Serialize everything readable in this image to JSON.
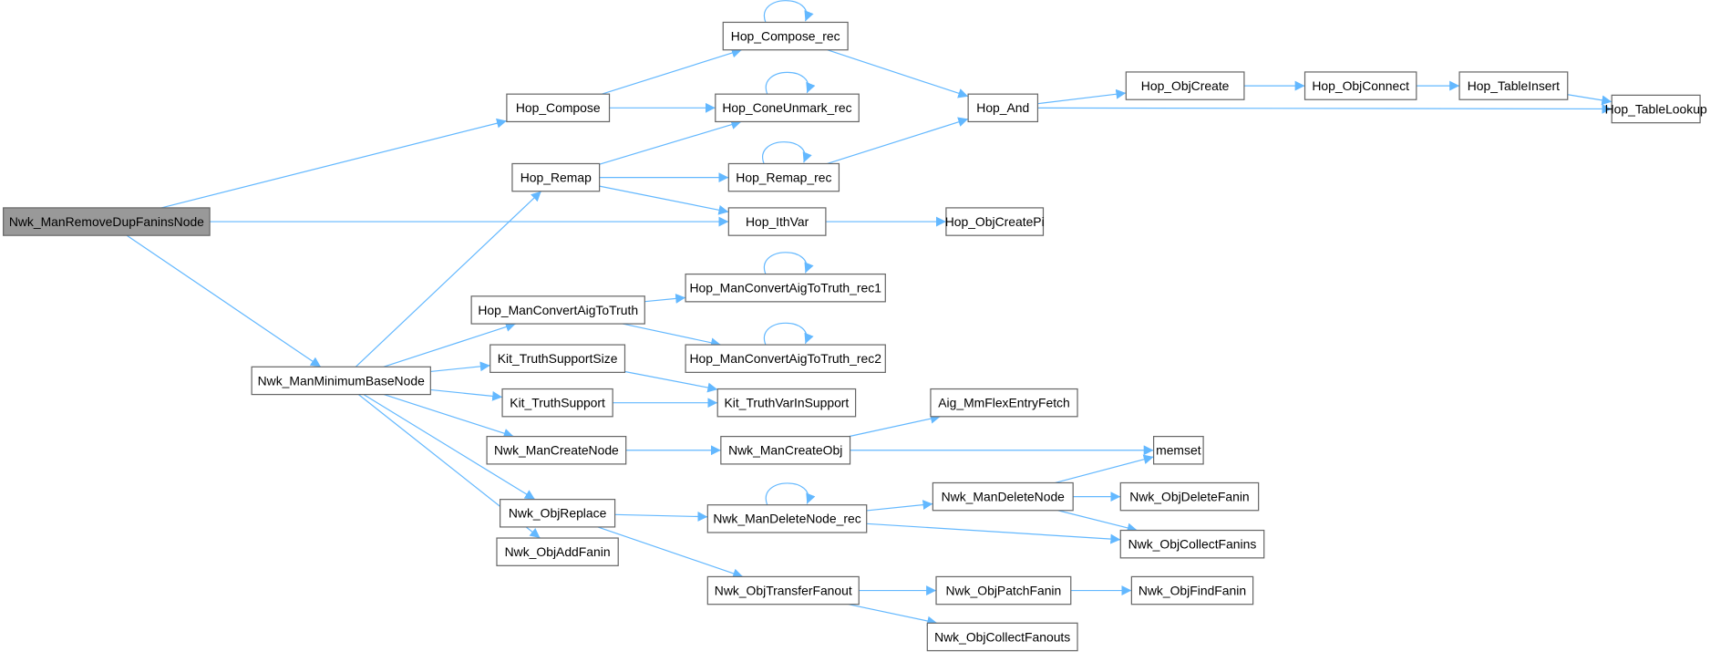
{
  "colors": {
    "edge": "#63b8ff",
    "node_border": "#666666",
    "root_fill": "#999999"
  },
  "graph": {
    "root": "root",
    "nodes": [
      {
        "id": "root",
        "label": "Nwk_ManRemoveDupFaninsNode"
      },
      {
        "id": "hop_compose",
        "label": "Hop_Compose"
      },
      {
        "id": "hop_compose_rec",
        "label": "Hop_Compose_rec"
      },
      {
        "id": "hop_coneunmark_rec",
        "label": "Hop_ConeUnmark_rec"
      },
      {
        "id": "hop_remap",
        "label": "Hop_Remap"
      },
      {
        "id": "hop_remap_rec",
        "label": "Hop_Remap_rec"
      },
      {
        "id": "hop_ithvar",
        "label": "Hop_IthVar"
      },
      {
        "id": "hop_and",
        "label": "Hop_And"
      },
      {
        "id": "hop_objcreate",
        "label": "Hop_ObjCreate"
      },
      {
        "id": "hop_objconnect",
        "label": "Hop_ObjConnect"
      },
      {
        "id": "hop_tableinsert",
        "label": "Hop_TableInsert"
      },
      {
        "id": "hop_tablelookup",
        "label": "Hop_TableLookup"
      },
      {
        "id": "hop_objcreatepi",
        "label": "Hop_ObjCreatePi"
      },
      {
        "id": "hop_mancvt",
        "label": "Hop_ManConvertAigToTruth"
      },
      {
        "id": "hop_mancvt_rec1",
        "label": "Hop_ManConvertAigToTruth_rec1"
      },
      {
        "id": "hop_mancvt_rec2",
        "label": "Hop_ManConvertAigToTruth_rec2"
      },
      {
        "id": "kit_truthsupportsize",
        "label": "Kit_TruthSupportSize"
      },
      {
        "id": "kit_truthsupport",
        "label": "Kit_TruthSupport"
      },
      {
        "id": "kit_truthvarinsupport",
        "label": "Kit_TruthVarInSupport"
      },
      {
        "id": "nwk_manminimumbasenode",
        "label": "Nwk_ManMinimumBaseNode"
      },
      {
        "id": "nwk_mancreatenode",
        "label": "Nwk_ManCreateNode"
      },
      {
        "id": "nwk_mancreateobj",
        "label": "Nwk_ManCreateObj"
      },
      {
        "id": "aig_mmflexentryfetch",
        "label": "Aig_MmFlexEntryFetch"
      },
      {
        "id": "memset",
        "label": "memset"
      },
      {
        "id": "nwk_objreplace",
        "label": "Nwk_ObjReplace"
      },
      {
        "id": "nwk_objaddfanin",
        "label": "Nwk_ObjAddFanin"
      },
      {
        "id": "nwk_mandeletenode_rec",
        "label": "Nwk_ManDeleteNode_rec"
      },
      {
        "id": "nwk_mandeletenode",
        "label": "Nwk_ManDeleteNode"
      },
      {
        "id": "nwk_objdeletefanin",
        "label": "Nwk_ObjDeleteFanin"
      },
      {
        "id": "nwk_objcollectfanins",
        "label": "Nwk_ObjCollectFanins"
      },
      {
        "id": "nwk_objtransferfanout",
        "label": "Nwk_ObjTransferFanout"
      },
      {
        "id": "nwk_objpatchfanin",
        "label": "Nwk_ObjPatchFanin"
      },
      {
        "id": "nwk_objfindfanin",
        "label": "Nwk_ObjFindFanin"
      },
      {
        "id": "nwk_objcollectfanouts",
        "label": "Nwk_ObjCollectFanouts"
      }
    ],
    "edges": [
      [
        "root",
        "hop_compose"
      ],
      [
        "root",
        "hop_ithvar"
      ],
      [
        "root",
        "nwk_manminimumbasenode"
      ],
      [
        "hop_compose",
        "hop_compose_rec"
      ],
      [
        "hop_compose",
        "hop_coneunmark_rec"
      ],
      [
        "hop_compose_rec",
        "hop_compose_rec"
      ],
      [
        "hop_compose_rec",
        "hop_and"
      ],
      [
        "hop_coneunmark_rec",
        "hop_coneunmark_rec"
      ],
      [
        "hop_remap",
        "hop_coneunmark_rec"
      ],
      [
        "hop_remap",
        "hop_remap_rec"
      ],
      [
        "hop_remap",
        "hop_ithvar"
      ],
      [
        "hop_remap_rec",
        "hop_remap_rec"
      ],
      [
        "hop_remap_rec",
        "hop_and"
      ],
      [
        "hop_ithvar",
        "hop_objcreatepi"
      ],
      [
        "hop_and",
        "hop_objcreate"
      ],
      [
        "hop_and",
        "hop_tablelookup"
      ],
      [
        "hop_objcreate",
        "hop_objconnect"
      ],
      [
        "hop_objconnect",
        "hop_tableinsert"
      ],
      [
        "hop_tableinsert",
        "hop_tablelookup"
      ],
      [
        "nwk_manminimumbasenode",
        "hop_remap"
      ],
      [
        "nwk_manminimumbasenode",
        "hop_mancvt"
      ],
      [
        "nwk_manminimumbasenode",
        "kit_truthsupportsize"
      ],
      [
        "nwk_manminimumbasenode",
        "kit_truthsupport"
      ],
      [
        "nwk_manminimumbasenode",
        "nwk_mancreatenode"
      ],
      [
        "nwk_manminimumbasenode",
        "nwk_objreplace"
      ],
      [
        "nwk_manminimumbasenode",
        "nwk_objaddfanin"
      ],
      [
        "hop_mancvt",
        "hop_mancvt_rec1"
      ],
      [
        "hop_mancvt",
        "hop_mancvt_rec2"
      ],
      [
        "hop_mancvt_rec1",
        "hop_mancvt_rec1"
      ],
      [
        "hop_mancvt_rec2",
        "hop_mancvt_rec2"
      ],
      [
        "kit_truthsupportsize",
        "kit_truthvarinsupport"
      ],
      [
        "kit_truthsupport",
        "kit_truthvarinsupport"
      ],
      [
        "nwk_mancreatenode",
        "nwk_mancreateobj"
      ],
      [
        "nwk_mancreateobj",
        "aig_mmflexentryfetch"
      ],
      [
        "nwk_mancreateobj",
        "memset"
      ],
      [
        "nwk_objreplace",
        "nwk_mandeletenode_rec"
      ],
      [
        "nwk_objreplace",
        "nwk_objtransferfanout"
      ],
      [
        "nwk_mandeletenode_rec",
        "nwk_mandeletenode_rec"
      ],
      [
        "nwk_mandeletenode_rec",
        "nwk_mandeletenode"
      ],
      [
        "nwk_mandeletenode_rec",
        "nwk_objcollectfanins"
      ],
      [
        "nwk_mandeletenode",
        "memset"
      ],
      [
        "nwk_mandeletenode",
        "nwk_objdeletefanin"
      ],
      [
        "nwk_mandeletenode",
        "nwk_objcollectfanins"
      ],
      [
        "nwk_objtransferfanout",
        "nwk_objpatchfanin"
      ],
      [
        "nwk_objtransferfanout",
        "nwk_objcollectfanouts"
      ],
      [
        "nwk_objpatchfanin",
        "nwk_objfindfanin"
      ]
    ]
  }
}
